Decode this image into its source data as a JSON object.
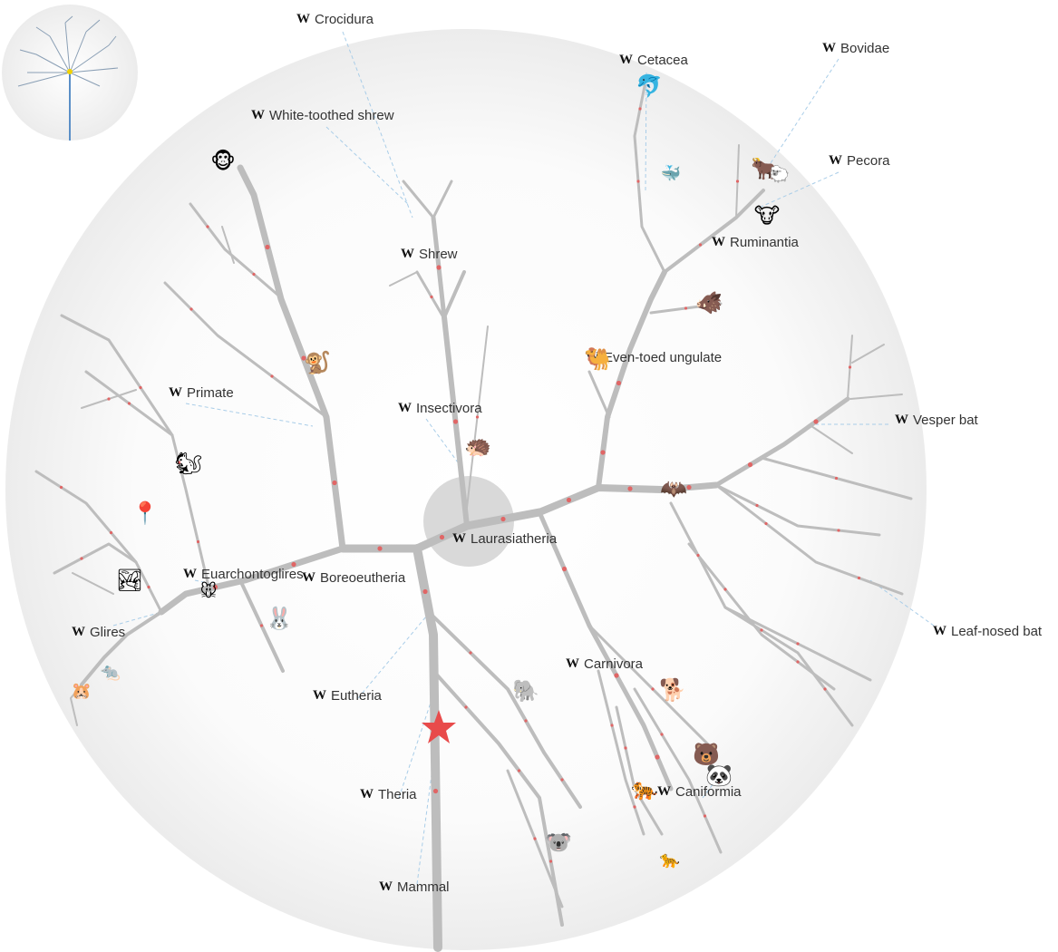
{
  "labels": [
    {
      "id": "crocidura",
      "text": "Crocidura",
      "w": "W"
    },
    {
      "id": "white-toothed-shrew",
      "text": "White-toothed shrew",
      "w": "W"
    },
    {
      "id": "cetacea",
      "text": "Cetacea",
      "w": "W"
    },
    {
      "id": "bovidae",
      "text": "Bovidae",
      "w": "W"
    },
    {
      "id": "pecora",
      "text": "Pecora",
      "w": "W"
    },
    {
      "id": "ruminantia",
      "text": "Ruminantia",
      "w": "W"
    },
    {
      "id": "shrew",
      "text": "Shrew",
      "w": "W"
    },
    {
      "id": "even-toed-ungulate",
      "text": "Even-toed ungulate",
      "w": "W"
    },
    {
      "id": "primate",
      "text": "Primate",
      "w": "W"
    },
    {
      "id": "insectivora",
      "text": "Insectivora",
      "w": "W"
    },
    {
      "id": "vesper-bat",
      "text": "Vesper bat",
      "w": "W"
    },
    {
      "id": "laurasiatheria",
      "text": "Laurasiatheria",
      "w": "W"
    },
    {
      "id": "euarchontoglires",
      "text": "Euarchontoglires",
      "w": "W"
    },
    {
      "id": "boreoeutheria",
      "text": "Boreoeutheria",
      "w": "W"
    },
    {
      "id": "glires",
      "text": "Glires",
      "w": "W"
    },
    {
      "id": "leaf-nosed-bat",
      "text": "Leaf-nosed bat",
      "w": "W"
    },
    {
      "id": "carnivora",
      "text": "Carnivora",
      "w": "W"
    },
    {
      "id": "eutheria",
      "text": "Eutheria",
      "w": "W"
    },
    {
      "id": "theria",
      "text": "Theria",
      "w": "W"
    },
    {
      "id": "caniformia",
      "text": "Caniformia",
      "w": "W"
    },
    {
      "id": "mammal",
      "text": "Mammal",
      "w": "W"
    }
  ],
  "icons": [
    {
      "id": "monkey-face",
      "glyph": "🐵"
    },
    {
      "id": "monkey",
      "glyph": "🐒"
    },
    {
      "id": "squirrel",
      "glyph": "🐿"
    },
    {
      "id": "pushpin",
      "glyph": "📍"
    },
    {
      "id": "landscape",
      "glyph": "🏞"
    },
    {
      "id": "mouse",
      "glyph": "🐭"
    },
    {
      "id": "rabbit",
      "glyph": "🐰"
    },
    {
      "id": "rat",
      "glyph": "🐀"
    },
    {
      "id": "hamster",
      "glyph": "🐹"
    },
    {
      "id": "hedgehog",
      "glyph": "🦔"
    },
    {
      "id": "dolphin",
      "glyph": "🐬"
    },
    {
      "id": "whale",
      "glyph": "🐳"
    },
    {
      "id": "ox",
      "glyph": "🐂"
    },
    {
      "id": "sheep",
      "glyph": "🐑"
    },
    {
      "id": "cow-face",
      "glyph": "🐮"
    },
    {
      "id": "boar",
      "glyph": "🐗"
    },
    {
      "id": "camel",
      "glyph": "🐫"
    },
    {
      "id": "bat",
      "glyph": "🦇"
    },
    {
      "id": "elephant",
      "glyph": "🐘"
    },
    {
      "id": "dog",
      "glyph": "🐕"
    },
    {
      "id": "bear",
      "glyph": "🐻"
    },
    {
      "id": "panda",
      "glyph": "🐼"
    },
    {
      "id": "tiger",
      "glyph": "🐅"
    },
    {
      "id": "leopard",
      "glyph": "🐆"
    },
    {
      "id": "koala",
      "glyph": "🐨"
    }
  ],
  "colors": {
    "branch": "#bdbdbd",
    "node_dot": "#e06666",
    "leader": "#a9cde8",
    "star": "#e84b4b",
    "lens_bg": "#f4f4f4",
    "root_circle": "#d9d9d9"
  },
  "markers": {
    "root": "star-icon"
  }
}
